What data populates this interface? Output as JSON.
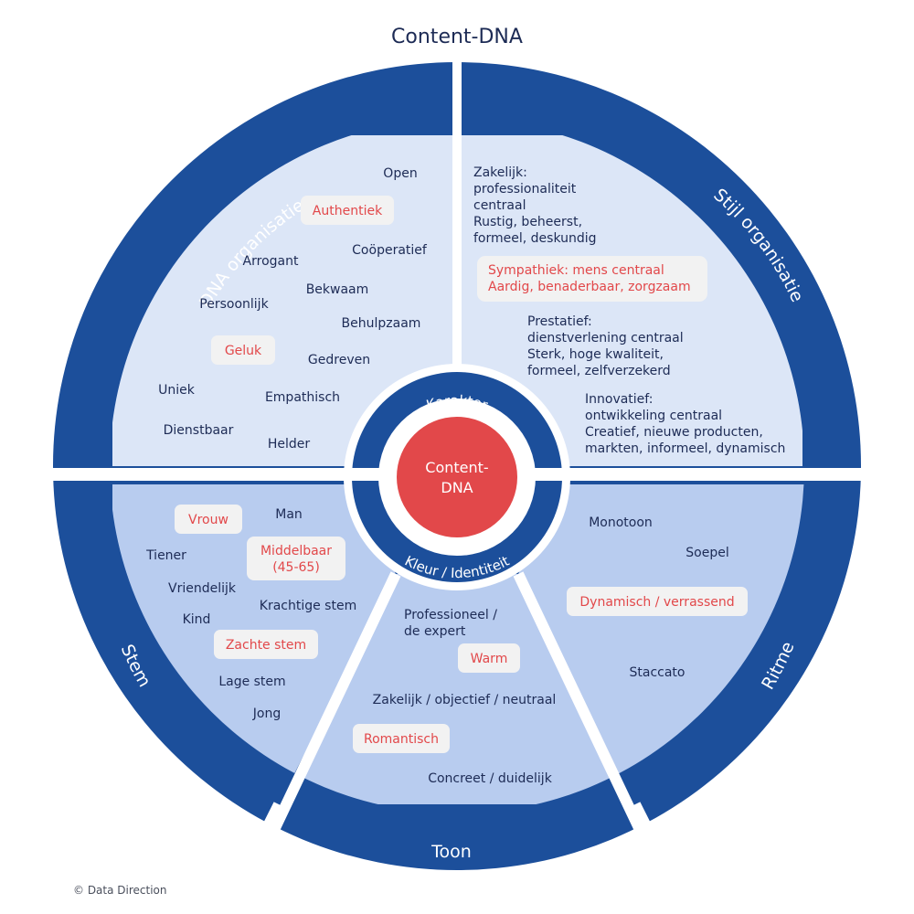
{
  "title": "Content-DNA",
  "copyright": "© Data Direction",
  "colors": {
    "ring": "#1c4f9b",
    "top_panel": "#dce6f7",
    "bottom_panel": "#b8ccef",
    "center": "#e2484a",
    "highlight_bg": "#f2f2f2",
    "highlight_text": "#e2484a",
    "text": "#1d2b55"
  },
  "ring_labels": {
    "dna": "DNA organisatie",
    "stijl": "Stijl organisatie",
    "stem": "Stem",
    "toon": "Toon",
    "ritme": "Ritme"
  },
  "inner": {
    "top": "Karakter",
    "bottom": "Kleur / Identiteit"
  },
  "center": {
    "line1": "Content-",
    "line2": "DNA"
  },
  "dna": {
    "words": [
      "Open",
      "Arrogant",
      "Coöperatief",
      "Persoonlijk",
      "Bekwaam",
      "Behulpzaam",
      "Gedreven",
      "Uniek",
      "Empathisch",
      "Dienstbaar",
      "Helder"
    ],
    "highlights": [
      "Authentiek",
      "Geluk"
    ]
  },
  "stijl": {
    "zakelijk": [
      "Zakelijk:",
      "professionaliteit",
      "centraal",
      "Rustig, beheerst,",
      "formeel, deskundig"
    ],
    "sympathiek": [
      "Sympathiek: mens centraal",
      "Aardig, benaderbaar, zorgzaam"
    ],
    "prestatief": [
      "Prestatief:",
      "dienstverlening centraal",
      "Sterk, hoge kwaliteit,",
      "formeel, zelfverzekerd"
    ],
    "innovatief": [
      "Innovatief:",
      "ontwikkeling centraal",
      "Creatief, nieuwe producten,",
      "markten, informeel, dynamisch"
    ]
  },
  "stem": {
    "words": [
      "Man",
      "Tiener",
      "Vriendelijk",
      "Krachtige stem",
      "Kind",
      "Lage stem",
      "Jong"
    ],
    "highlights": [
      "Vrouw",
      "Middelbaar",
      "(45-65)",
      "Zachte stem"
    ]
  },
  "toon": {
    "words": [
      "Professioneel /",
      "de expert",
      "Zakelijk / objectief / neutraal",
      "Concreet / duidelijk"
    ],
    "highlights": [
      "Warm",
      "Romantisch"
    ]
  },
  "ritme": {
    "words": [
      "Monotoon",
      "Soepel",
      "Staccato"
    ],
    "highlights": [
      "Dynamisch / verrassend"
    ]
  }
}
